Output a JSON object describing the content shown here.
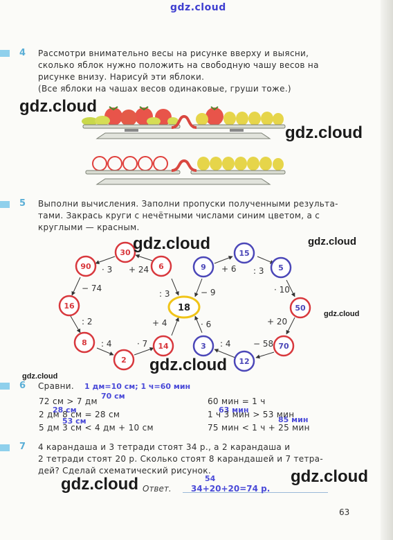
{
  "site_watermark": "gdz.cloud",
  "task4": {
    "number": "4",
    "lines": [
      "Рассмотри внимательно весы на рисунке вверху и выясни,",
      "сколько яблок нужно положить на свободную чашу весов на",
      "рисунке внизу. Нарисуй эти яблоки.",
      "(Все яблоки на чашах весов одинаковые, груши тоже.)"
    ]
  },
  "task5": {
    "number": "5",
    "lines": [
      "Выполни вычисления. Заполни пропуски полученными результа-",
      "тами. Закрась круги с нечётными числами синим цветом, а с",
      "круглыми — красным."
    ],
    "center": "18",
    "left_nodes": [
      "30",
      "6",
      "90",
      "16",
      "8",
      "2",
      "14"
    ],
    "right_nodes": [
      "15",
      "9",
      "5",
      "50",
      "70",
      "12",
      "3"
    ],
    "left_ops": [
      "· 3",
      "+ 24",
      "− 74",
      ": 2",
      ": 4",
      "· 7",
      ": 3",
      "+ 4"
    ],
    "right_ops": [
      "+ 6",
      ": 3",
      "· 10",
      "+ 20",
      "− 58",
      ": 4",
      "− 9",
      "· 6"
    ],
    "colors": {
      "red": "#d8383d",
      "blue": "#4b47b8",
      "center_ring": "#f0c419"
    }
  },
  "task6": {
    "number": "6",
    "title": "Сравни.",
    "hint": "1 дм=10 см; 1 ч=60 мин",
    "left_rows": [
      "72 см > 7 дм",
      "2 дм 8 см = 28 см",
      "5 дм 3 см < 4 дм + 10 см"
    ],
    "right_rows": [
      "60 мин = 1 ч",
      "1 ч 3 мин > 53 мин",
      "75 мин < 1 ч + 25 мин"
    ],
    "notes": [
      "70 см",
      "28 см",
      "53 см",
      "63 мин",
      "85 мин"
    ]
  },
  "task7": {
    "number": "7",
    "lines": [
      "4 карандаша и 3 тетради стоят 34 р., а 2 карандаша и",
      "2 тетради стоят 20 р. Сколько стоят 8 карандашей и 7 тетра-",
      "дей? Сделай схематический рисунок."
    ],
    "answer_label": "Ответ.",
    "answer_note": "54",
    "answer": "34+20+20=74 р."
  },
  "page_number": "63"
}
